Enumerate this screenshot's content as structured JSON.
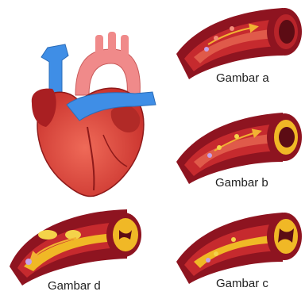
{
  "labels": {
    "a": "Gambar a",
    "b": "Gambar b",
    "c": "Gambar c",
    "d": "Gambar d"
  },
  "icons": {
    "heart": "heart-icon",
    "artery_a": "healthy-artery-icon",
    "artery_b": "artery-slight-plaque-icon",
    "artery_c": "artery-moderate-plaque-icon",
    "artery_d": "artery-severe-plaque-icon"
  },
  "colors": {
    "vessel_wall": "#8e1420",
    "vessel_inner": "#c62a2e",
    "vessel_lumen": "#5c0c14",
    "plaque": "#f0b826",
    "aorta": "#f08a8a",
    "vena": "#3f8ee6",
    "heart_muscle": "#d9403a",
    "flow_arrow": "#f2b233"
  }
}
